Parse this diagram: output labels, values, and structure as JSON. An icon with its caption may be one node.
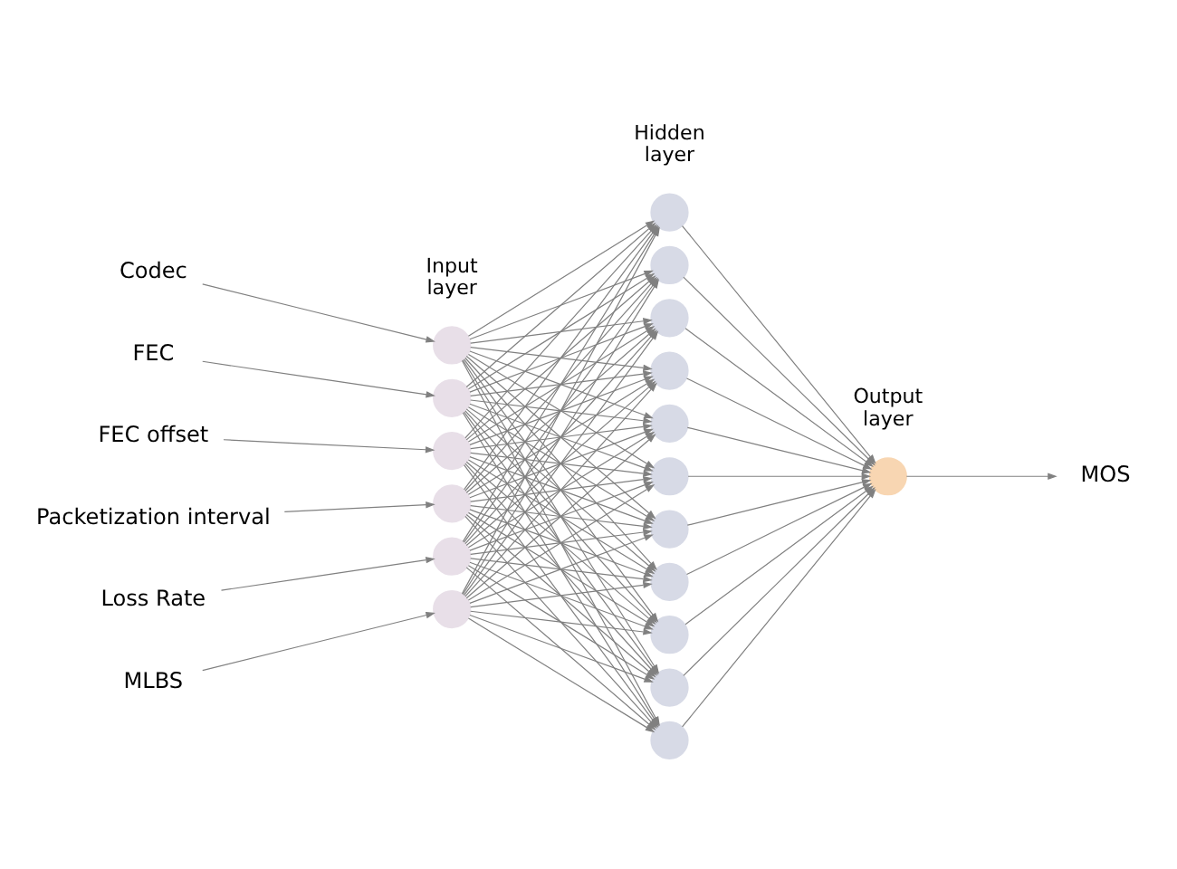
{
  "diagram": {
    "nodes": [
      {
        "text": [
          "Codec"
        ]
      },
      {
        "text": [
          "FEC"
        ]
      },
      {
        "text": [
          "FEC offset"
        ]
      },
      {
        "text": [
          "Packetization interval"
        ]
      },
      {
        "text": [
          "Loss Rate"
        ]
      },
      {
        "text": [
          "MLBS"
        ]
      },
      {
        "text": [],
        "shape": "circle"
      },
      {
        "text": [],
        "shape": "circle"
      },
      {
        "text": [],
        "shape": "circle"
      },
      {
        "text": [],
        "shape": "circle"
      },
      {
        "text": [],
        "shape": "circle"
      },
      {
        "text": [],
        "shape": "circle"
      },
      {
        "text": [],
        "shape": "circle"
      },
      {
        "text": [],
        "shape": "circle"
      },
      {
        "text": [],
        "shape": "circle"
      },
      {
        "text": [],
        "shape": "circle"
      },
      {
        "text": [],
        "shape": "circle"
      },
      {
        "text": [],
        "shape": "circle"
      },
      {
        "text": [],
        "shape": "circle"
      },
      {
        "text": [],
        "shape": "circle"
      },
      {
        "text": [],
        "shape": "circle"
      },
      {
        "text": [],
        "shape": "circle"
      },
      {
        "text": [],
        "shape": "circle"
      },
      {
        "text": [],
        "shape": "circle"
      },
      {
        "text": [
          "MOS"
        ]
      }
    ],
    "edges": [
      {
        "from": 0,
        "to": 6,
        "arrow": "to"
      },
      {
        "from": 1,
        "to": 7,
        "arrow": "to"
      },
      {
        "from": 2,
        "to": 8,
        "arrow": "to"
      },
      {
        "from": 3,
        "to": 9,
        "arrow": "to"
      },
      {
        "from": 4,
        "to": 10,
        "arrow": "to"
      },
      {
        "from": 5,
        "to": 11,
        "arrow": "to"
      },
      {
        "from": 6,
        "to": 12,
        "arrow": "to"
      },
      {
        "from": 6,
        "to": 13,
        "arrow": "to"
      },
      {
        "from": 6,
        "to": 14,
        "arrow": "to"
      },
      {
        "from": 6,
        "to": 15,
        "arrow": "to"
      },
      {
        "from": 6,
        "to": 16,
        "arrow": "to"
      },
      {
        "from": 6,
        "to": 17,
        "arrow": "to"
      },
      {
        "from": 6,
        "to": 18,
        "arrow": "to"
      },
      {
        "from": 6,
        "to": 19,
        "arrow": "to"
      },
      {
        "from": 6,
        "to": 20,
        "arrow": "to"
      },
      {
        "from": 6,
        "to": 21,
        "arrow": "to"
      },
      {
        "from": 6,
        "to": 22,
        "arrow": "to"
      },
      {
        "from": 7,
        "to": 12,
        "arrow": "to"
      },
      {
        "from": 7,
        "to": 13,
        "arrow": "to"
      },
      {
        "from": 7,
        "to": 14,
        "arrow": "to"
      },
      {
        "from": 7,
        "to": 15,
        "arrow": "to"
      },
      {
        "from": 7,
        "to": 16,
        "arrow": "to"
      },
      {
        "from": 7,
        "to": 17,
        "arrow": "to"
      },
      {
        "from": 7,
        "to": 18,
        "arrow": "to"
      },
      {
        "from": 7,
        "to": 19,
        "arrow": "to"
      },
      {
        "from": 7,
        "to": 20,
        "arrow": "to"
      },
      {
        "from": 7,
        "to": 21,
        "arrow": "to"
      },
      {
        "from": 7,
        "to": 22,
        "arrow": "to"
      },
      {
        "from": 8,
        "to": 12,
        "arrow": "to"
      },
      {
        "from": 8,
        "to": 13,
        "arrow": "to"
      },
      {
        "from": 8,
        "to": 14,
        "arrow": "to"
      },
      {
        "from": 8,
        "to": 15,
        "arrow": "to"
      },
      {
        "from": 8,
        "to": 16,
        "arrow": "to"
      },
      {
        "from": 8,
        "to": 17,
        "arrow": "to"
      },
      {
        "from": 8,
        "to": 18,
        "arrow": "to"
      },
      {
        "from": 8,
        "to": 19,
        "arrow": "to"
      },
      {
        "from": 8,
        "to": 20,
        "arrow": "to"
      },
      {
        "from": 8,
        "to": 21,
        "arrow": "to"
      },
      {
        "from": 8,
        "to": 22,
        "arrow": "to"
      },
      {
        "from": 9,
        "to": 12,
        "arrow": "to"
      },
      {
        "from": 9,
        "to": 13,
        "arrow": "to"
      },
      {
        "from": 9,
        "to": 14,
        "arrow": "to"
      },
      {
        "from": 9,
        "to": 15,
        "arrow": "to"
      },
      {
        "from": 9,
        "to": 16,
        "arrow": "to"
      },
      {
        "from": 9,
        "to": 17,
        "arrow": "to"
      },
      {
        "from": 9,
        "to": 18,
        "arrow": "to"
      },
      {
        "from": 9,
        "to": 19,
        "arrow": "to"
      },
      {
        "from": 9,
        "to": 20,
        "arrow": "to"
      },
      {
        "from": 9,
        "to": 21,
        "arrow": "to"
      },
      {
        "from": 9,
        "to": 22,
        "arrow": "to"
      },
      {
        "from": 10,
        "to": 12,
        "arrow": "to"
      },
      {
        "from": 10,
        "to": 13,
        "arrow": "to"
      },
      {
        "from": 10,
        "to": 14,
        "arrow": "to"
      },
      {
        "from": 10,
        "to": 15,
        "arrow": "to"
      },
      {
        "from": 10,
        "to": 16,
        "arrow": "to"
      },
      {
        "from": 10,
        "to": 17,
        "arrow": "to"
      },
      {
        "from": 10,
        "to": 18,
        "arrow": "to"
      },
      {
        "from": 10,
        "to": 19,
        "arrow": "to"
      },
      {
        "from": 10,
        "to": 20,
        "arrow": "to"
      },
      {
        "from": 10,
        "to": 21,
        "arrow": "to"
      },
      {
        "from": 10,
        "to": 22,
        "arrow": "to"
      },
      {
        "from": 11,
        "to": 12,
        "arrow": "to"
      },
      {
        "from": 11,
        "to": 13,
        "arrow": "to"
      },
      {
        "from": 11,
        "to": 14,
        "arrow": "to"
      },
      {
        "from": 11,
        "to": 15,
        "arrow": "to"
      },
      {
        "from": 11,
        "to": 16,
        "arrow": "to"
      },
      {
        "from": 11,
        "to": 17,
        "arrow": "to"
      },
      {
        "from": 11,
        "to": 18,
        "arrow": "to"
      },
      {
        "from": 11,
        "to": 19,
        "arrow": "to"
      },
      {
        "from": 11,
        "to": 20,
        "arrow": "to"
      },
      {
        "from": 11,
        "to": 21,
        "arrow": "to"
      },
      {
        "from": 11,
        "to": 22,
        "arrow": "to"
      },
      {
        "from": 12,
        "to": 23,
        "arrow": "to"
      },
      {
        "from": 13,
        "to": 23,
        "arrow": "to"
      },
      {
        "from": 14,
        "to": 23,
        "arrow": "to"
      },
      {
        "from": 15,
        "to": 23,
        "arrow": "to"
      },
      {
        "from": 16,
        "to": 23,
        "arrow": "to"
      },
      {
        "from": 17,
        "to": 23,
        "arrow": "to"
      },
      {
        "from": 18,
        "to": 23,
        "arrow": "to"
      },
      {
        "from": 19,
        "to": 23,
        "arrow": "to"
      },
      {
        "from": 20,
        "to": 23,
        "arrow": "to"
      },
      {
        "from": 21,
        "to": 23,
        "arrow": "to"
      },
      {
        "from": 22,
        "to": 23,
        "arrow": "to"
      },
      {
        "from": 23,
        "to": 24,
        "arrow": "to"
      }
    ],
    "labels": [
      "Input layer",
      "Hidden layer",
      "Output layer"
    ]
  }
}
